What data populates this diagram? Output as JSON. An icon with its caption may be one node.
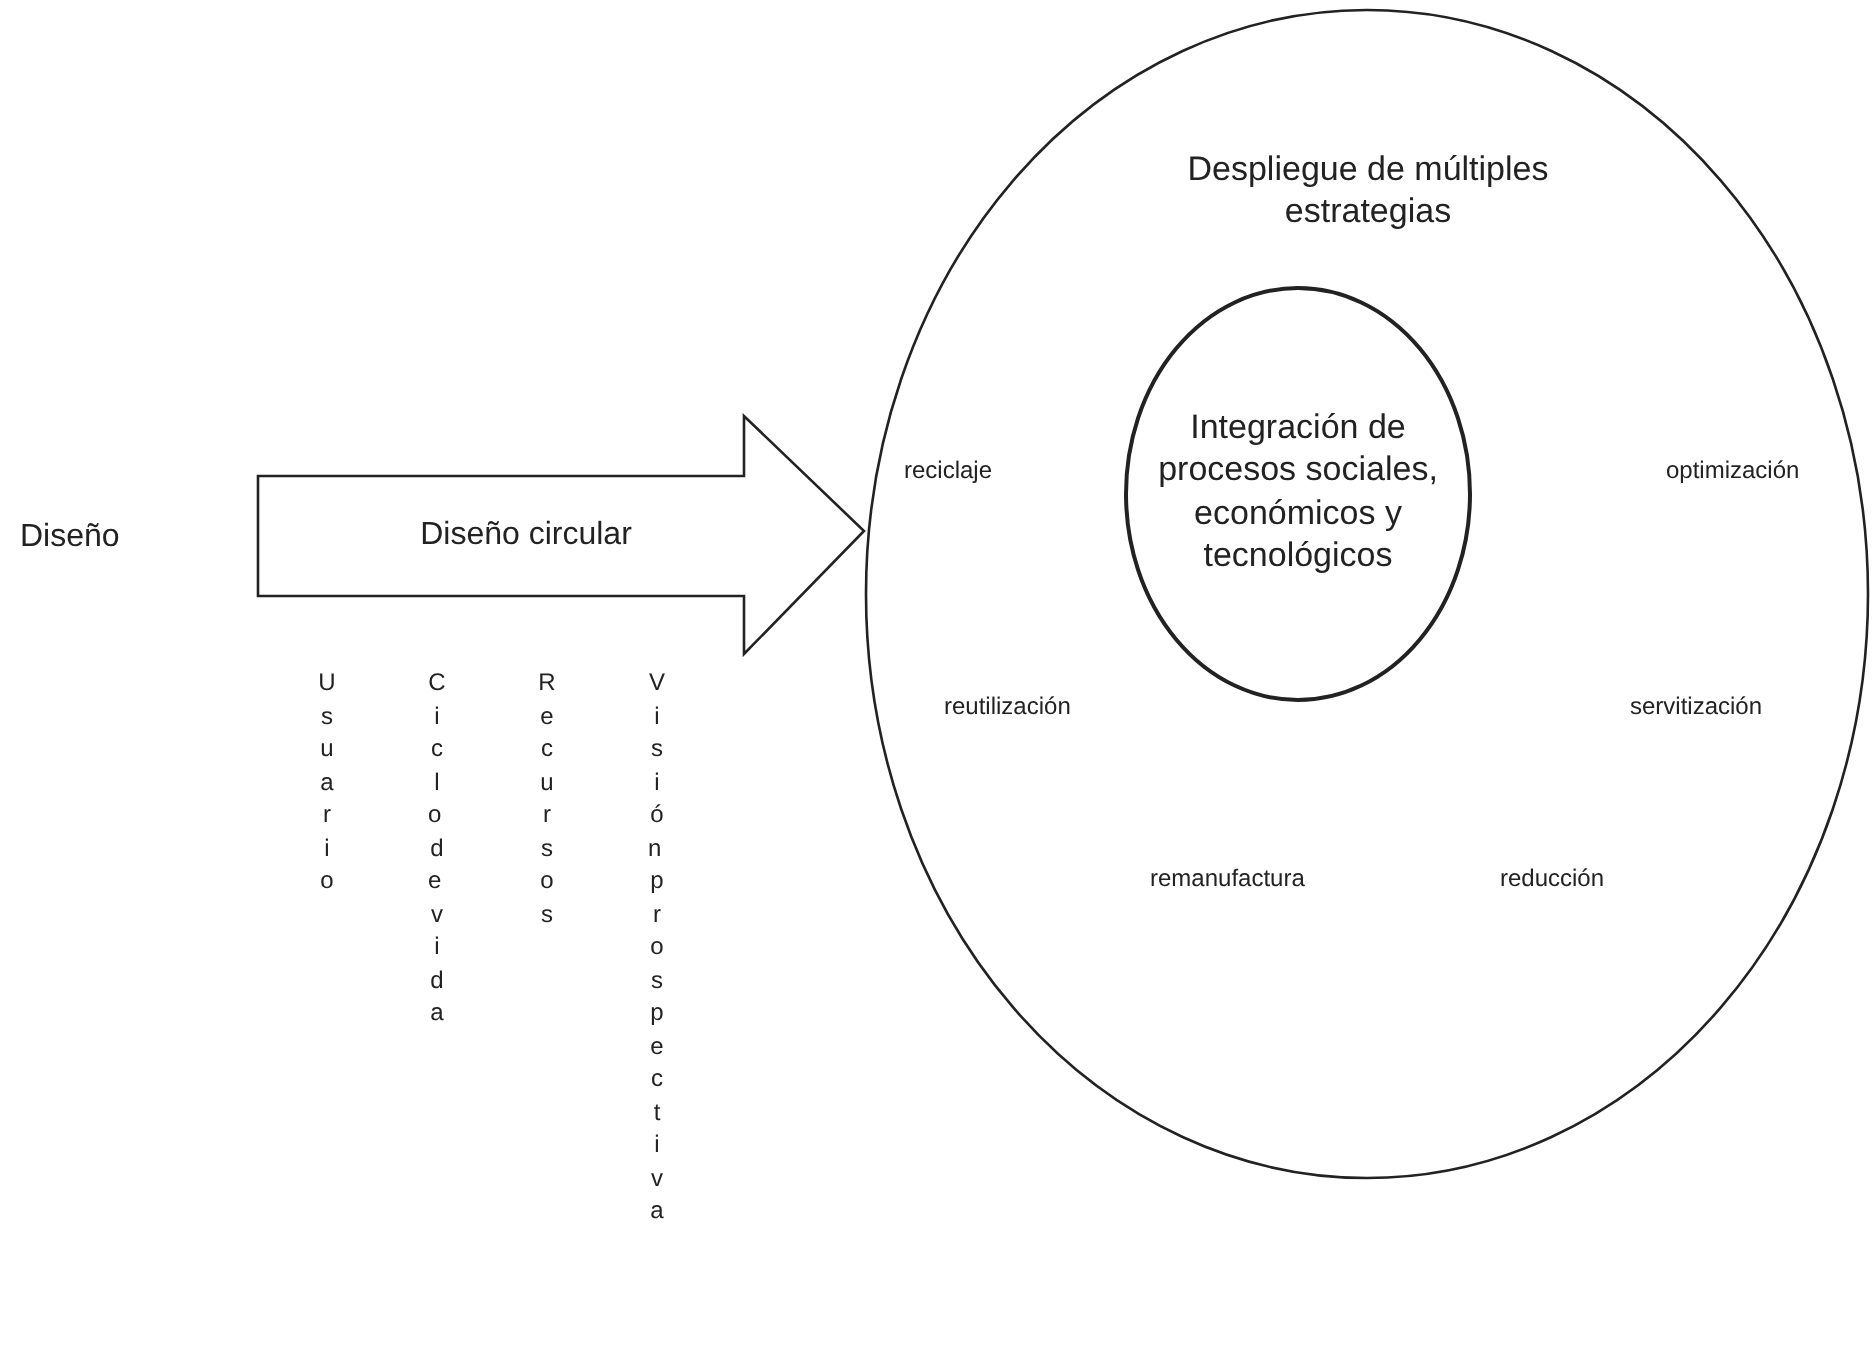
{
  "diagram": {
    "nodes": [
      {
        "text": [
          "Despliegue de múltiples estrategias"
        ]
      },
      {
        "text": [
          "Integración de procesos sociales, económicos y tecnológicos"
        ],
        "in": 0
      },
      {
        "text": [
          "Diseño circular"
        ]
      }
    ],
    "edges": [],
    "labels": [
      "Diseño",
      "reciclaje",
      "optimización",
      "reutilización",
      "servitización",
      "remanufactura",
      "reducción",
      "Usuario",
      "Ciclo de vida",
      "Recursos",
      "Visión prospectiva"
    ]
  }
}
